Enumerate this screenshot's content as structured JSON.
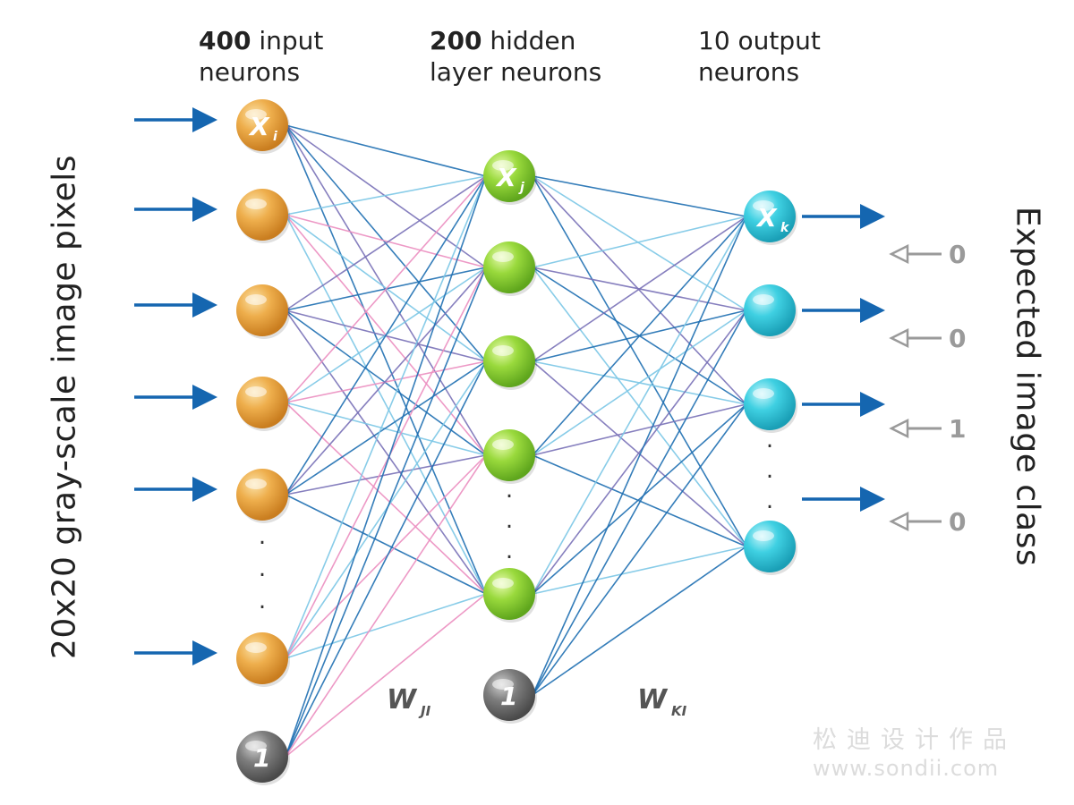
{
  "headers": {
    "input": {
      "count": "400",
      "text_line1": " input",
      "text_line2": "neurons"
    },
    "hidden": {
      "count": "200",
      "text_line1": " hidden",
      "text_line2": "layer neurons"
    },
    "output": {
      "text_line1": "10 output",
      "text_line2": "neurons"
    }
  },
  "side_labels": {
    "left": "20x20 gray-scale image pixels",
    "right": "Expected image class"
  },
  "node_labels": {
    "input": "X",
    "input_sub": "i",
    "hidden": "X",
    "hidden_sub": "j",
    "output": "X",
    "output_sub": "k",
    "bias": "1"
  },
  "weight_labels": {
    "first": "W",
    "first_sub": "JI",
    "second": "W",
    "second_sub": "KI"
  },
  "expected_values": [
    "0",
    "0",
    "1",
    "0"
  ],
  "ellipsis": ".",
  "watermark": {
    "line1": "松迪设计作品",
    "line2": "www.sondii.com"
  },
  "colors": {
    "input_node": "#e9a03a",
    "hidden_node": "#8fd13a",
    "output_node": "#35c9de",
    "bias_node": "#6f6f6f",
    "arrow": "#1566b0",
    "expected_arrow": "#9a9a9a",
    "line_dark_blue": "#1f6fb2",
    "line_light_blue": "#7cc7e6",
    "line_purple": "#7a72b8",
    "line_pink": "#ec8fc0"
  }
}
